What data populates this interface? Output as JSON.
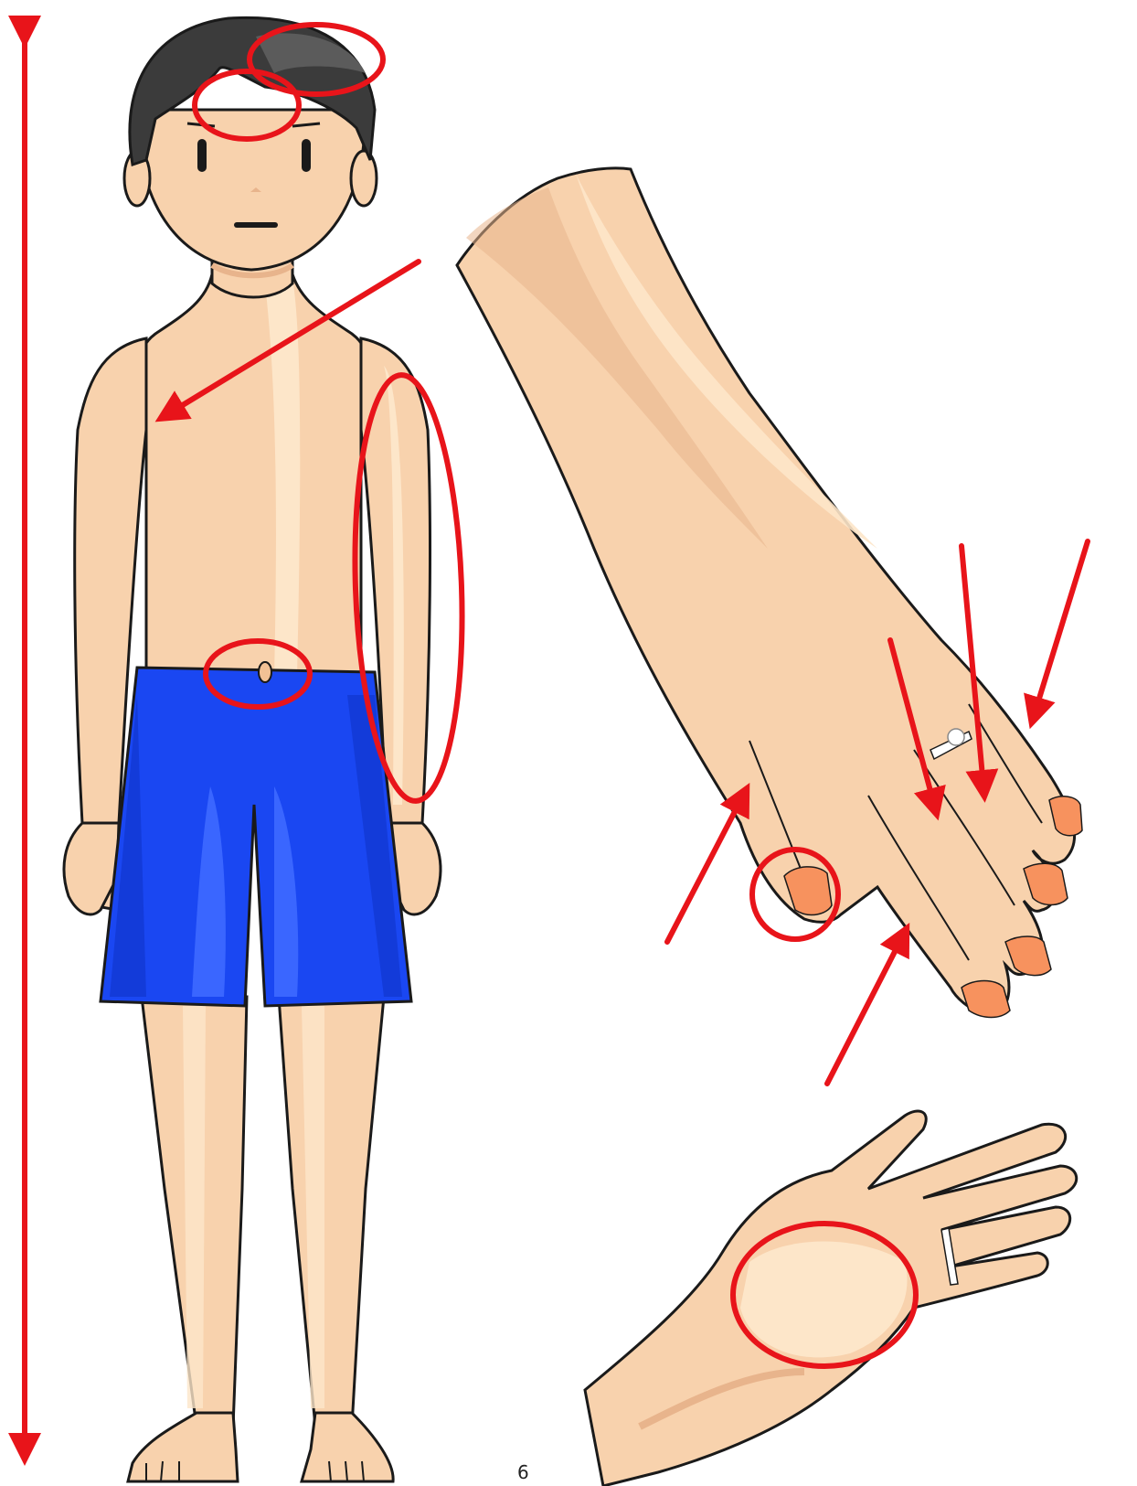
{
  "figure": {
    "page_number": "6",
    "colors": {
      "annotation": "#e8141a",
      "skin": "#f8d2ad",
      "skin_light": "#fde6c9",
      "skin_shadow": "#e8b48c",
      "hair": "#3b3b3b",
      "hair_highlight": "#5b5b5b",
      "shorts": "#1a47f2",
      "shorts_light": "#3a66ff",
      "shorts_dark": "#0f33c8",
      "nail": "#f7925e",
      "outline": "#1a1a1a"
    },
    "panels": [
      "child-front-view",
      "hand-back-view",
      "hand-palm-view"
    ],
    "annotation_types": [
      "height-arrow",
      "target-circle",
      "pointer-arrow"
    ]
  }
}
